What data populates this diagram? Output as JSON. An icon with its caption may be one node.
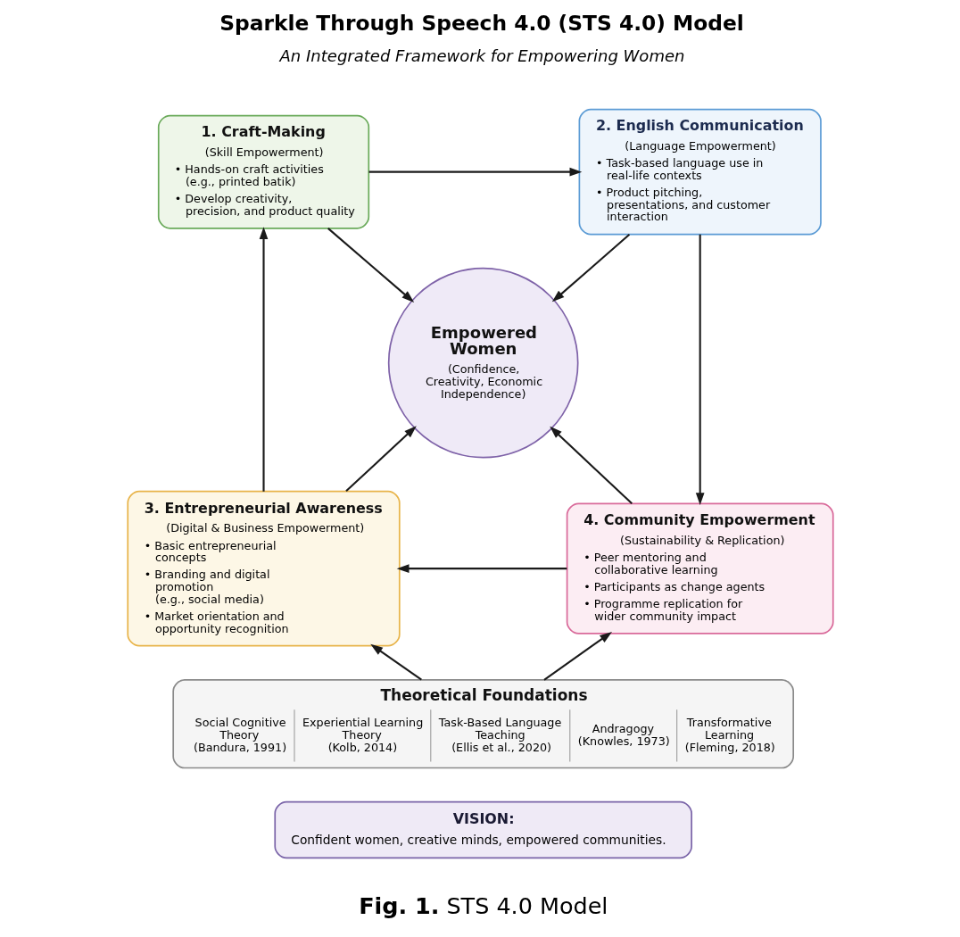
{
  "diagram": {
    "title": "Sparkle Through Speech 4.0 (STS 4.0) Model",
    "caption": "**Fig. 1.** STS 4.0 Model",
    "nodes": [
      {
        "text": [
          "1. Craft-Making",
          "(Skill Empowerment)",
          "• Hands-on craft activities (e.g., printed batik)",
          "• Develop creativity, precision, and product quality"
        ]
      },
      {
        "text": [
          "2. English Communication",
          "(Language Empowerment)",
          "• Task-based language use in real-life contexts",
          "• Product pitching, presentations, and customer interaction"
        ]
      },
      {
        "text": [
          "Empowered Women",
          "(Confidence, Creativity, Economic Independence)"
        ]
      },
      {
        "text": [
          "3. Entrepreneurial Awareness",
          "(Digital & Business Empowerment)",
          "• Basic entrepreneurial concepts",
          "• Branding and digital promotion (e.g., social media)",
          "• Market orientation and opportunity recognition"
        ]
      },
      {
        "text": [
          "4. Community Empowerment",
          "(Sustainability & Replication)",
          "• Peer mentoring and collaborative learning",
          "• Participants as change agents",
          "• Programme replication for wider community impact"
        ]
      },
      {
        "text": [
          "Theoretical Foundations",
          "Social Cognitive Theory (Bandura, 1991)",
          "Experiential Learning Theory (Kolb, 2014)",
          "Task-Based Language Teaching (Ellis et al., 2020)",
          "Andragogy (Knowles, 1973)",
          "Transformative Learning (Fleming, 2018)"
        ]
      },
      {
        "text": [
          "VISION:",
          "Confident women, creative minds, empowered communities."
        ]
      }
    ],
    "edges": [
      {
        "from": 0,
        "to": 1,
        "arrow": "to"
      },
      {
        "from": 0,
        "to": 2,
        "arrow": "to"
      },
      {
        "from": 1,
        "to": 2,
        "arrow": "to"
      },
      {
        "from": 1,
        "to": 4,
        "arrow": "to"
      },
      {
        "from": 4,
        "to": 2,
        "arrow": "to"
      },
      {
        "from": 4,
        "to": 3,
        "arrow": "to"
      },
      {
        "from": 3,
        "to": 2,
        "arrow": "to"
      },
      {
        "from": 3,
        "to": 0,
        "arrow": "to"
      },
      {
        "from": 5,
        "to": 3,
        "arrow": "to"
      },
      {
        "from": 5,
        "to": 4,
        "arrow": "to"
      }
    ],
    "labels": [
      "An Integrated Framework for Empowering Women"
    ]
  }
}
